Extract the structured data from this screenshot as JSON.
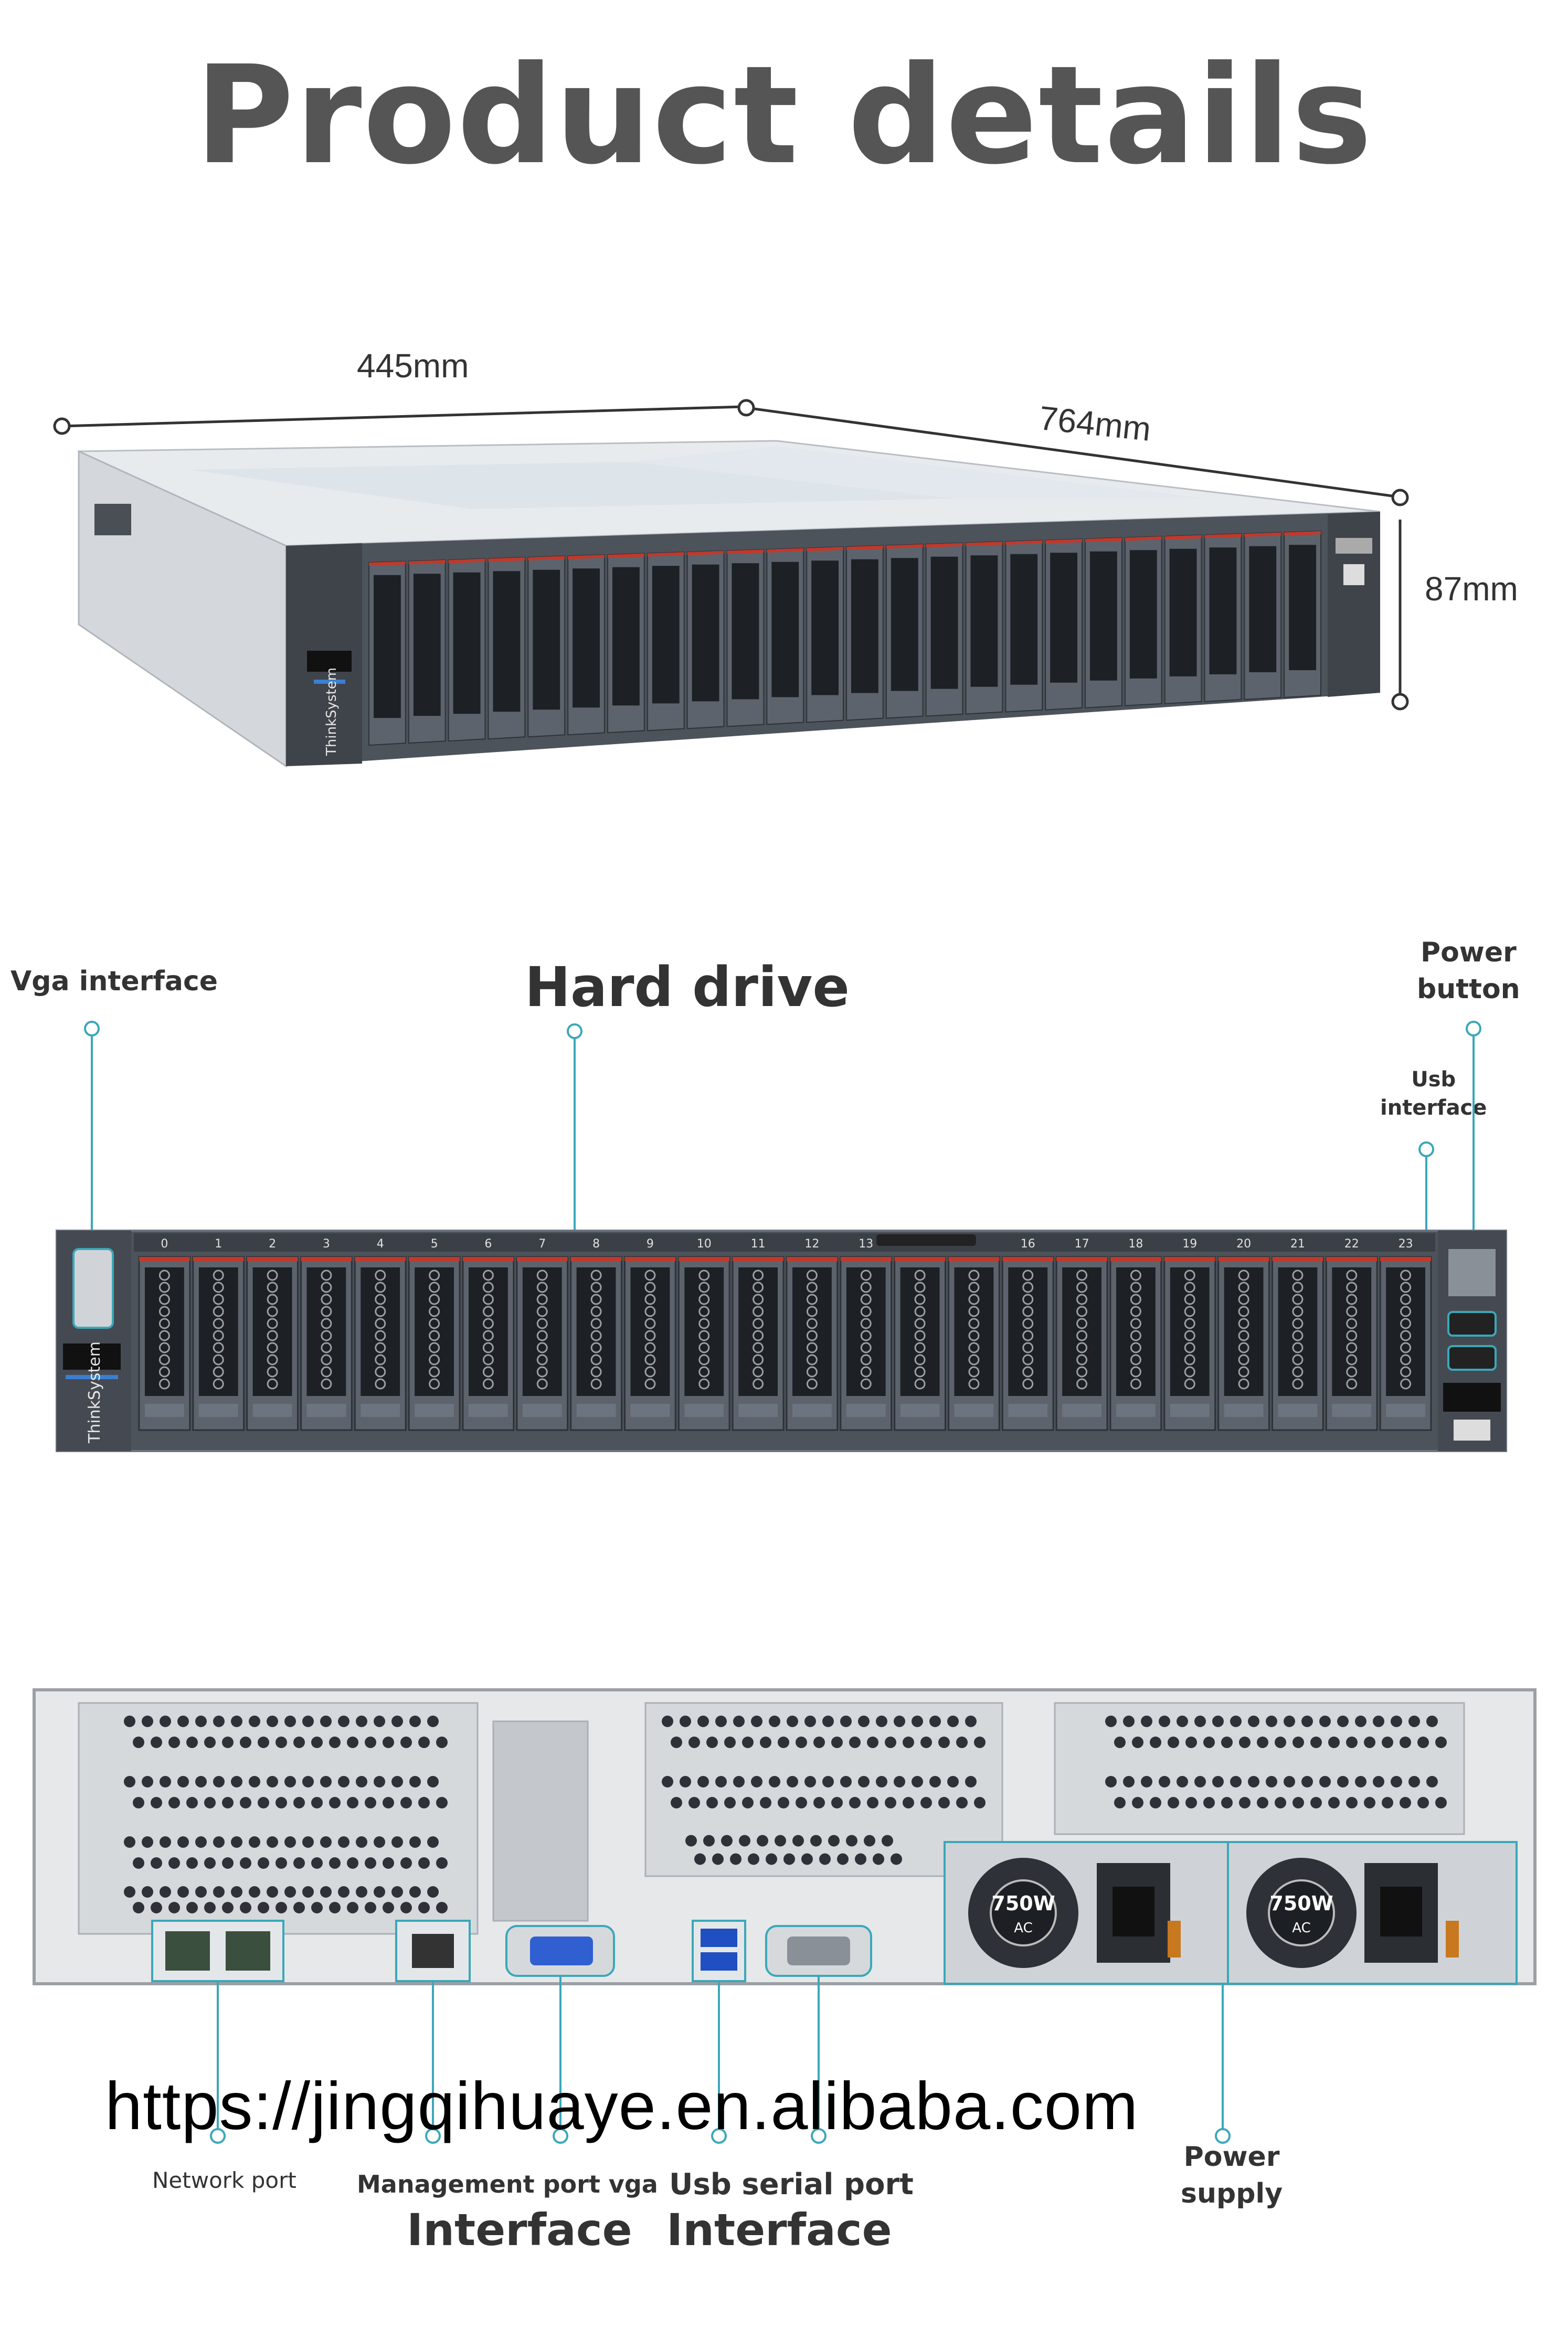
{
  "page_title": "Product details",
  "dimensions": {
    "width": "445mm",
    "depth": "764mm",
    "height": "87mm"
  },
  "server": {
    "brand": "ThinkSystem",
    "bay_numbers": [
      "0",
      "1",
      "2",
      "3",
      "4",
      "5",
      "6",
      "7",
      "8",
      "9",
      "10",
      "11",
      "12",
      "13",
      "16",
      "17",
      "18",
      "19",
      "20",
      "21",
      "22",
      "23"
    ]
  },
  "front_callouts": {
    "vga": "Vga interface",
    "hard_drive": "Hard drive",
    "power": "Power\nbutton",
    "usb": "Usb\ninterface"
  },
  "rear": {
    "psu_rating": "750W",
    "psu_ac": "AC"
  },
  "rear_callouts": {
    "network": "Network port",
    "mgmt": "Management port vga",
    "mgmt_sub": "Interface",
    "usb_serial": "Usb serial port",
    "usb_serial_sub": "Interface",
    "power_supply": "Power\nsupply"
  },
  "watermark_url": "https://jingqihuaye.en.alibaba.com",
  "colors": {
    "accent_line": "#3aa8b8",
    "chassis": "#505660",
    "drive_red": "#c0392b"
  }
}
